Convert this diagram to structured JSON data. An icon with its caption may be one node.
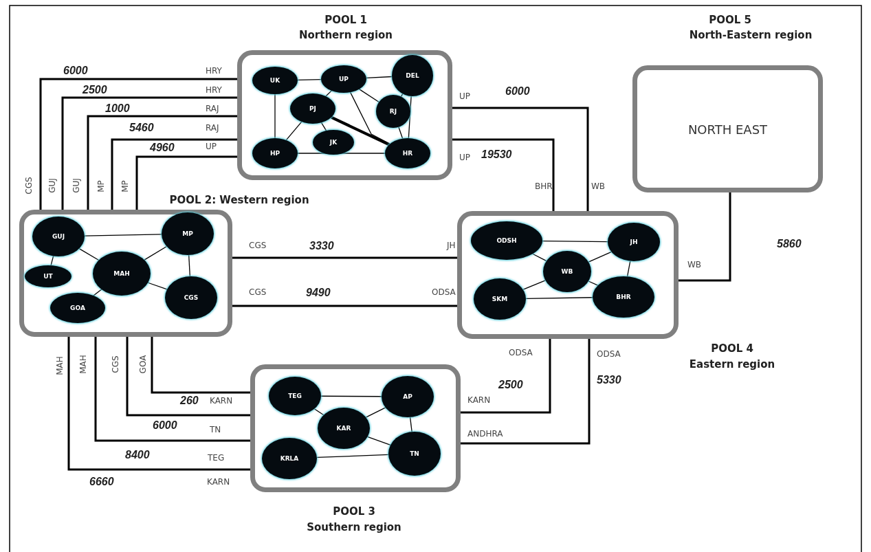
{
  "diagram": {
    "nodes": [
      {
        "text": [
          "POOL 1",
          "Northern region"
        ]
      },
      {
        "text": [
          "UK"
        ],
        "in": 0
      },
      {
        "text": [
          "UP"
        ],
        "in": 0
      },
      {
        "text": [
          "DEL"
        ],
        "in": 0
      },
      {
        "text": [
          "PJ"
        ],
        "in": 0
      },
      {
        "text": [
          "RJ"
        ],
        "in": 0
      },
      {
        "text": [
          "JK"
        ],
        "in": 0
      },
      {
        "text": [
          "HP"
        ],
        "in": 0
      },
      {
        "text": [
          "HR"
        ],
        "in": 0
      },
      {
        "text": [
          "POOL 5",
          "North-Eastern region",
          "NORTH EAST"
        ]
      },
      {
        "text": [
          "POOL 2:  Western region"
        ]
      },
      {
        "text": [
          "GUJ"
        ],
        "in": 10
      },
      {
        "text": [
          "MP"
        ],
        "in": 10
      },
      {
        "text": [
          "UT"
        ],
        "in": 10
      },
      {
        "text": [
          "MAH"
        ],
        "in": 10
      },
      {
        "text": [
          "GOA"
        ],
        "in": 10
      },
      {
        "text": [
          "CGS"
        ],
        "in": 10
      },
      {
        "text": [
          "POOL 4",
          "Eastern region"
        ]
      },
      {
        "text": [
          "ODSH"
        ],
        "in": 17
      },
      {
        "text": [
          "JH"
        ],
        "in": 17
      },
      {
        "text": [
          "WB"
        ],
        "in": 17
      },
      {
        "text": [
          "SKM"
        ],
        "in": 17
      },
      {
        "text": [
          "BHR"
        ],
        "in": 17
      },
      {
        "text": [
          "POOL 3",
          "Southern region"
        ]
      },
      {
        "text": [
          "TEG"
        ],
        "in": 23
      },
      {
        "text": [
          "AP"
        ],
        "in": 23
      },
      {
        "text": [
          "KAR"
        ],
        "in": 23
      },
      {
        "text": [
          "KRLA"
        ],
        "in": 23
      },
      {
        "text": [
          "TN"
        ],
        "in": 23
      }
    ],
    "edges": [
      {
        "from": 10,
        "to": 0,
        "arrow": "none",
        "label": "6000"
      },
      {
        "from": 10,
        "to": 0,
        "arrow": "none",
        "label": "2500"
      },
      {
        "from": 10,
        "to": 0,
        "arrow": "none",
        "label": "1000"
      },
      {
        "from": 10,
        "to": 0,
        "arrow": "none",
        "label": "5460"
      },
      {
        "from": 10,
        "to": 0,
        "arrow": "none",
        "label": "4960"
      },
      {
        "from": 0,
        "to": 17,
        "arrow": "none",
        "label": "6000"
      },
      {
        "from": 0,
        "to": 17,
        "arrow": "none",
        "label": "19530"
      },
      {
        "from": 9,
        "to": 17,
        "arrow": "none",
        "label": "5860"
      },
      {
        "from": 10,
        "to": 17,
        "arrow": "none",
        "label": "3330"
      },
      {
        "from": 10,
        "to": 17,
        "arrow": "none",
        "label": "9490"
      },
      {
        "from": 10,
        "to": 23,
        "arrow": "none",
        "label": "260"
      },
      {
        "from": 10,
        "to": 23,
        "arrow": "none",
        "label": "6000"
      },
      {
        "from": 10,
        "to": 23,
        "arrow": "none",
        "label": "8400"
      },
      {
        "from": 10,
        "to": 23,
        "arrow": "none",
        "label": "6660"
      },
      {
        "from": 17,
        "to": 23,
        "arrow": "none",
        "label": "2500"
      },
      {
        "from": 17,
        "to": 23,
        "arrow": "none",
        "label": "5330"
      },
      {
        "from": 1,
        "to": 2,
        "arrow": "none"
      },
      {
        "from": 2,
        "to": 3,
        "arrow": "none"
      },
      {
        "from": 1,
        "to": 7,
        "arrow": "none"
      },
      {
        "from": 2,
        "to": 4,
        "arrow": "none"
      },
      {
        "from": 2,
        "to": 5,
        "arrow": "none"
      },
      {
        "from": 2,
        "to": 8,
        "arrow": "none"
      },
      {
        "from": 3,
        "to": 5,
        "arrow": "none"
      },
      {
        "from": 3,
        "to": 8,
        "arrow": "none"
      },
      {
        "from": 5,
        "to": 8,
        "arrow": "none"
      },
      {
        "from": 4,
        "to": 7,
        "arrow": "none"
      },
      {
        "from": 4,
        "to": 6,
        "arrow": "none"
      },
      {
        "from": 7,
        "to": 8,
        "arrow": "none"
      },
      {
        "from": 4,
        "to": 8,
        "arrow": "none",
        "style": "thick"
      },
      {
        "from": 11,
        "to": 12,
        "arrow": "none"
      },
      {
        "from": 11,
        "to": 13,
        "arrow": "none"
      },
      {
        "from": 11,
        "to": 14,
        "arrow": "none"
      },
      {
        "from": 14,
        "to": 15,
        "arrow": "none"
      },
      {
        "from": 14,
        "to": 12,
        "arrow": "none"
      },
      {
        "from": 12,
        "to": 16,
        "arrow": "none"
      },
      {
        "from": 14,
        "to": 16,
        "arrow": "none"
      },
      {
        "from": 18,
        "to": 19,
        "arrow": "none"
      },
      {
        "from": 18,
        "to": 20,
        "arrow": "none"
      },
      {
        "from": 20,
        "to": 19,
        "arrow": "none"
      },
      {
        "from": 19,
        "to": 22,
        "arrow": "none"
      },
      {
        "from": 20,
        "to": 21,
        "arrow": "none"
      },
      {
        "from": 20,
        "to": 22,
        "arrow": "none"
      },
      {
        "from": 21,
        "to": 22,
        "arrow": "none"
      },
      {
        "from": 24,
        "to": 25,
        "arrow": "none"
      },
      {
        "from": 24,
        "to": 26,
        "arrow": "none"
      },
      {
        "from": 26,
        "to": 25,
        "arrow": "none"
      },
      {
        "from": 26,
        "to": 28,
        "arrow": "none"
      },
      {
        "from": 25,
        "to": 28,
        "arrow": "none"
      },
      {
        "from": 27,
        "to": 28,
        "arrow": "none"
      }
    ],
    "labels": [
      "HRY",
      "HRY",
      "RAJ",
      "RAJ",
      "UP",
      "UP",
      "UP",
      "BHR",
      "WB",
      "CGS",
      "GUJ",
      "GUJ",
      "MP",
      "MP",
      "CGS",
      "JH",
      "WB",
      "CGS",
      "ODSA",
      "ODSA",
      "ODSA",
      "MAH",
      "MAH",
      "CGS",
      "GOA",
      "KARN",
      "KARN",
      "TN",
      "ANDHRA",
      "TEG",
      "KARN"
    ]
  }
}
